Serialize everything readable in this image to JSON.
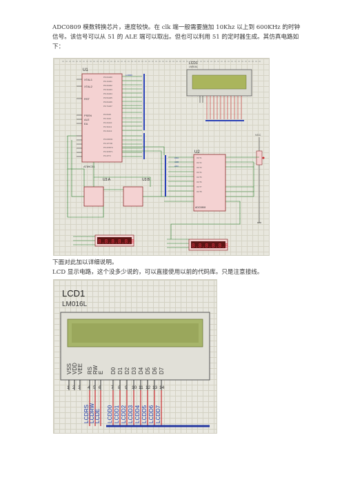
{
  "text": {
    "intro": "ADC0809 模数转换芯片，速度较快。在 clk 端一般需要施加 10Khz 以上到 600KHz 的时钟信号。该信号可以从 51 的 ALE 端可以取出。但也可以利用 51 的定时器生成。其仿真电路如下：",
    "explain": "下面对此加以详细说明。",
    "lcd_note": "LCD 显示电路，这个没多少说的，可以直接使用以前的代码库。只是注意接线。"
  },
  "schematic1": {
    "u1_label": "U1",
    "u2_label": "U2",
    "lcd_label": "LCD1",
    "lcd_model": "LM016L",
    "gate_a_label": "U3:A",
    "gate_b_label": "U3:B",
    "xtal_pins": [
      "XTAL1",
      "XTAL2"
    ],
    "u1_left_pins": [
      "RST",
      "PSEN",
      "ALE",
      "EA"
    ],
    "u1_model": "AT89C51",
    "u2_model": "ADC0808",
    "u2_left_pins": [
      "OUT1",
      "OUT2",
      "OUT3",
      "OUT4",
      "OUT5",
      "OUT6",
      "OUT7",
      "OUT8"
    ],
    "vcc_label": "VCC",
    "bus_net": "LCDD0",
    "io_labels": [
      "ADA",
      "ADB",
      "ADC"
    ],
    "colors": {
      "background": "#e8e7de",
      "component": "#f4d2d2",
      "outline": "#8a2a2a",
      "wire": "#1e7a24",
      "bus": "#2a42b8",
      "lcd_glass": "#aab55c"
    }
  },
  "schematic2": {
    "title": "LCD1",
    "model": "LM016L",
    "pin_names": [
      "VSS",
      "VDD",
      "VEE",
      "RS",
      "RW",
      "E",
      "D0",
      "D1",
      "D2",
      "D3",
      "D4",
      "D5",
      "D6",
      "D7"
    ],
    "pin_numbers": [
      "1",
      "2",
      "3",
      "4",
      "5",
      "6",
      "7",
      "8",
      "9",
      "10",
      "11",
      "12",
      "13",
      "14"
    ],
    "net_labels": [
      "LCDRS",
      "LCDRW",
      "LCDE",
      "LCDD0",
      "LCDD1",
      "LCDD2",
      "LCDD3",
      "LCDD4",
      "LCDD5",
      "LCDD6",
      "LCDD7"
    ],
    "colors": {
      "background": "#e9e8e0",
      "frame": "#6a6a6a",
      "display": "#a7b56a",
      "display_inner": "#9aa75c",
      "wire": "#c9282b",
      "pin": "#333333",
      "bus": "#2236a0"
    }
  }
}
